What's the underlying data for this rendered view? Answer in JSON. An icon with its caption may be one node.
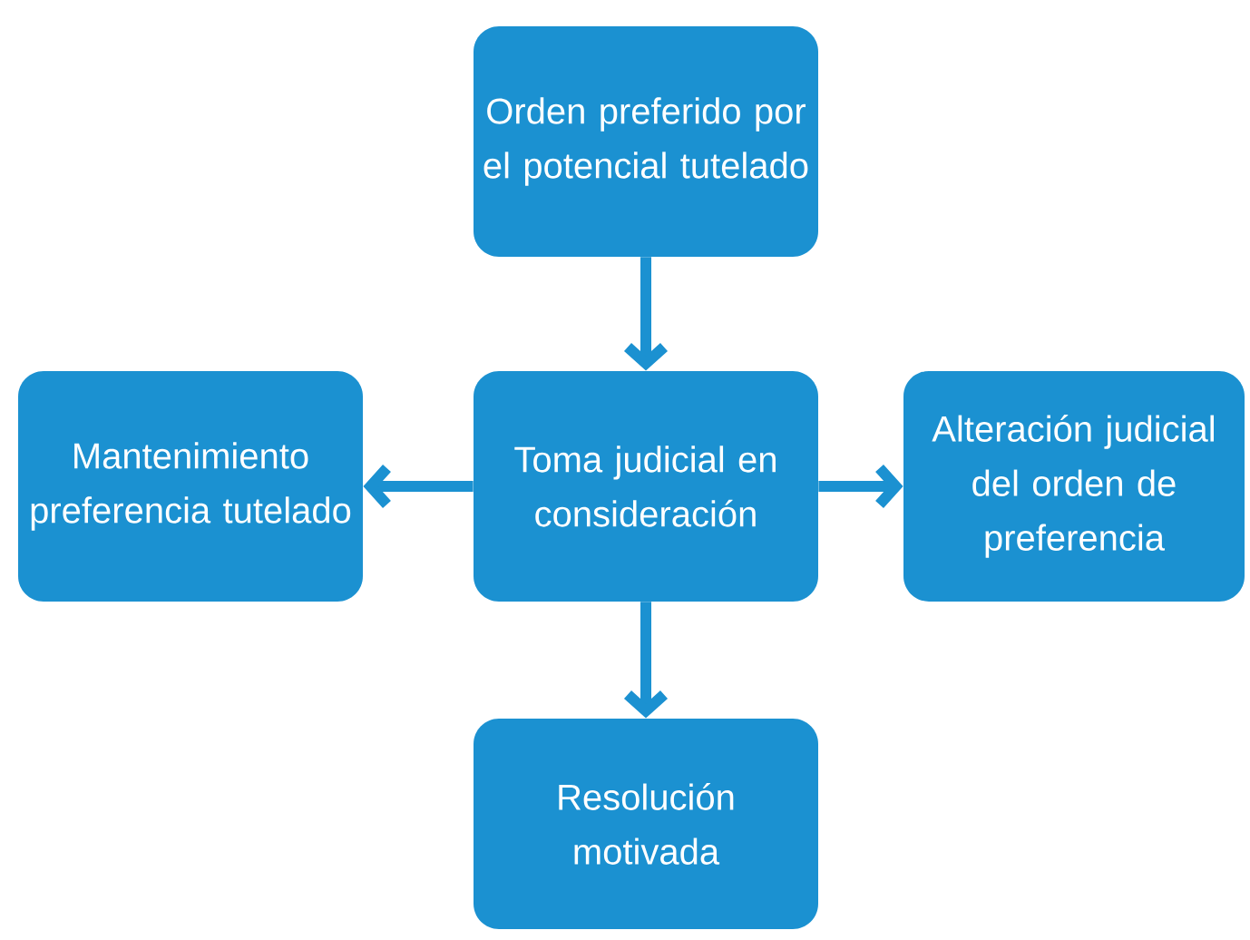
{
  "diagram": {
    "nodes": [
      {
        "text": [
          "Orden preferido por el potencial tutelado"
        ]
      },
      {
        "text": [
          "Mantenimiento preferencia tutelado"
        ]
      },
      {
        "text": [
          "Toma judicial en consideración"
        ]
      },
      {
        "text": [
          "Alteración judicial del orden de preferencia"
        ]
      },
      {
        "text": [
          "Resolución motivada"
        ]
      }
    ],
    "edges": [
      {
        "from": 0,
        "to": 2,
        "arrow": "to"
      },
      {
        "from": 2,
        "to": 1,
        "arrow": "to"
      },
      {
        "from": 2,
        "to": 3,
        "arrow": "to"
      },
      {
        "from": 2,
        "to": 4,
        "arrow": "to"
      }
    ]
  }
}
